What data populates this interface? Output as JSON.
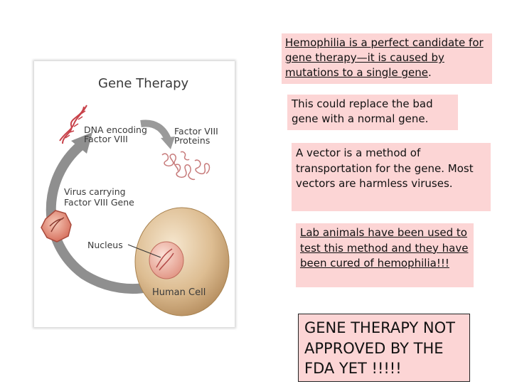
{
  "text_boxes": {
    "box1": {
      "underlined_part": "Hemophilia is a perfect candidate for gene therapy—it is caused by mutations to a single gene",
      "tail": "."
    },
    "box2": {
      "text": "This could replace the bad gene with a normal gene."
    },
    "box3": {
      "text": "A vector is a method of transportation for the gene. Most vectors are harmless viruses."
    },
    "box4": {
      "text": "Lab animals have been used to test this method and they have been cured of hemophilia!!!"
    },
    "box5": {
      "text": "GENE THERAPY NOT APPROVED BY THE FDA YET !!!!!"
    }
  },
  "figure": {
    "title": "Gene Therapy",
    "labels": {
      "dna_line1": "DNA encoding",
      "dna_line2": "Factor VIII",
      "proteins_line1": "Factor VIII",
      "proteins_line2": "Proteins",
      "virus_line1": "Virus carrying",
      "virus_line2": "Factor VIII Gene",
      "nucleus": "Nucleus",
      "cell": "Human Cell"
    }
  },
  "colors": {
    "box_background": "#fcd5d5",
    "arrow_gray": "#8a8a8a",
    "cell_tan": "#d9b98f",
    "nucleus_pink": "#e8a79a",
    "dna_red": "#c8424a"
  }
}
